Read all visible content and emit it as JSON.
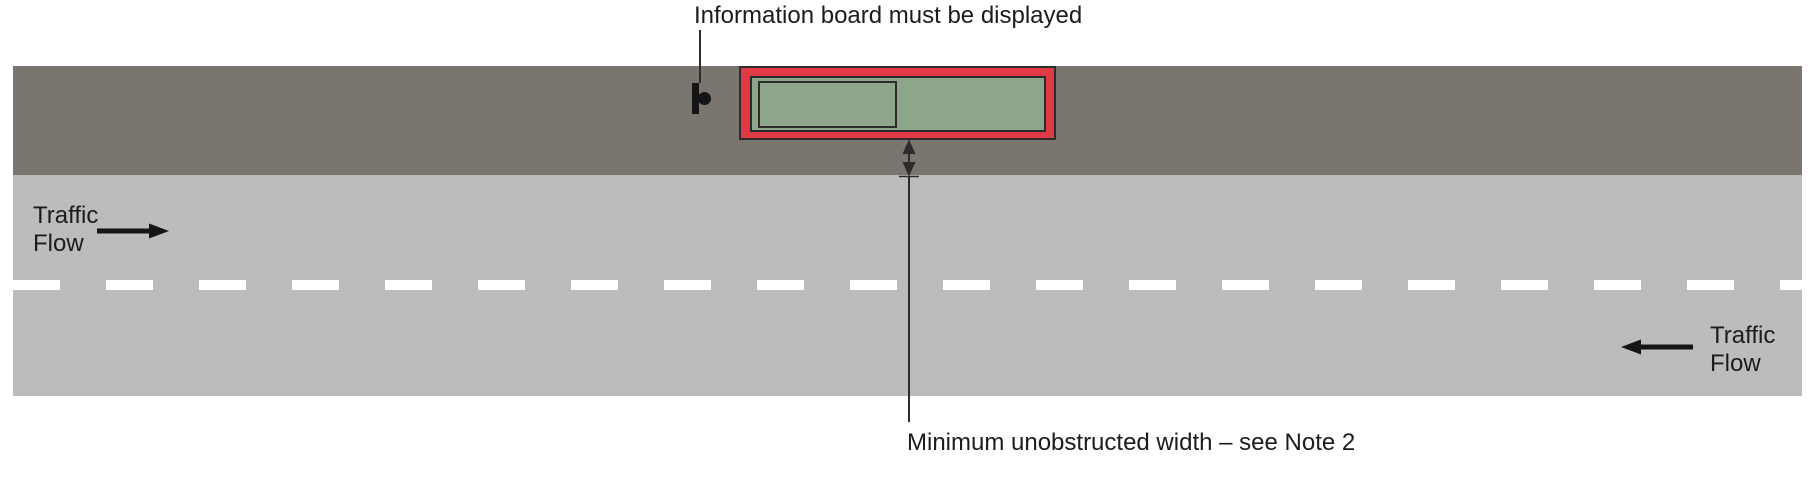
{
  "labels": {
    "information_board": "Information board must be displayed",
    "min_width": "Minimum unobstructed width – see Note 2",
    "traffic_flow": {
      "line1": "Traffic",
      "line2": "Flow"
    }
  },
  "icons": {
    "info_board": "information-board-marker",
    "flow_arrow_right": "right-arrow",
    "flow_arrow_left": "left-arrow",
    "dimension_arrow": "double-headed-vertical-arrow"
  },
  "colors": {
    "footway": "#7a756e",
    "carriageway": "#bdbcba",
    "marking": "#ffffff",
    "barrier-red": "#e23a45",
    "works-green": "#8ca58b",
    "outline": "#2e2c2a",
    "ink": "#1c1c1c"
  }
}
